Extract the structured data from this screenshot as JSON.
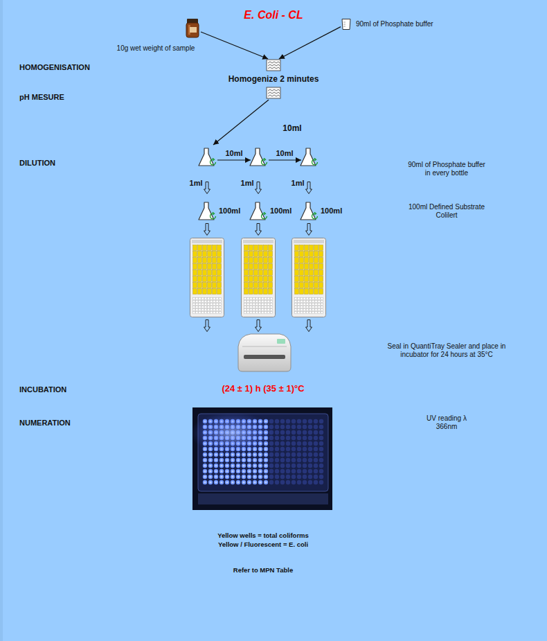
{
  "diagram": {
    "title": "E. Coli - CL",
    "nodes": [
      {
        "text": [
          "10g wet weight of sample"
        ]
      },
      {
        "text": [
          "90ml of Phosphate buffer"
        ]
      },
      {
        "text": [
          "Homogenize 2 minutes"
        ]
      },
      {
        "text": [
          "100ml"
        ]
      },
      {
        "text": [
          "100ml"
        ]
      },
      {
        "text": [
          "100ml"
        ]
      }
    ],
    "edges": [
      {
        "from": 0,
        "to": 2,
        "arrow": "to"
      },
      {
        "from": 1,
        "to": 2,
        "arrow": "to"
      }
    ],
    "labels": [
      "HOMOGENISATION",
      "pH MESURE",
      "10ml",
      "DILUTION",
      "10ml",
      "10ml",
      "1ml",
      "1ml",
      "1ml",
      "90ml of Phosphate buffer in every bottle",
      "100ml Defined Substrate Colilert",
      "Seal in QuantiTray Sealer and place in incubator for 24 hours at 35°C",
      "INCUBATION",
      "(24 ± 1) h (35 ± 1)°C",
      "NUMERATION",
      "UV reading λ 366nm",
      "Yellow wells = total coliforms",
      "Yellow / Fluorescent = E. coli",
      "Refer to MPN Table"
    ]
  }
}
